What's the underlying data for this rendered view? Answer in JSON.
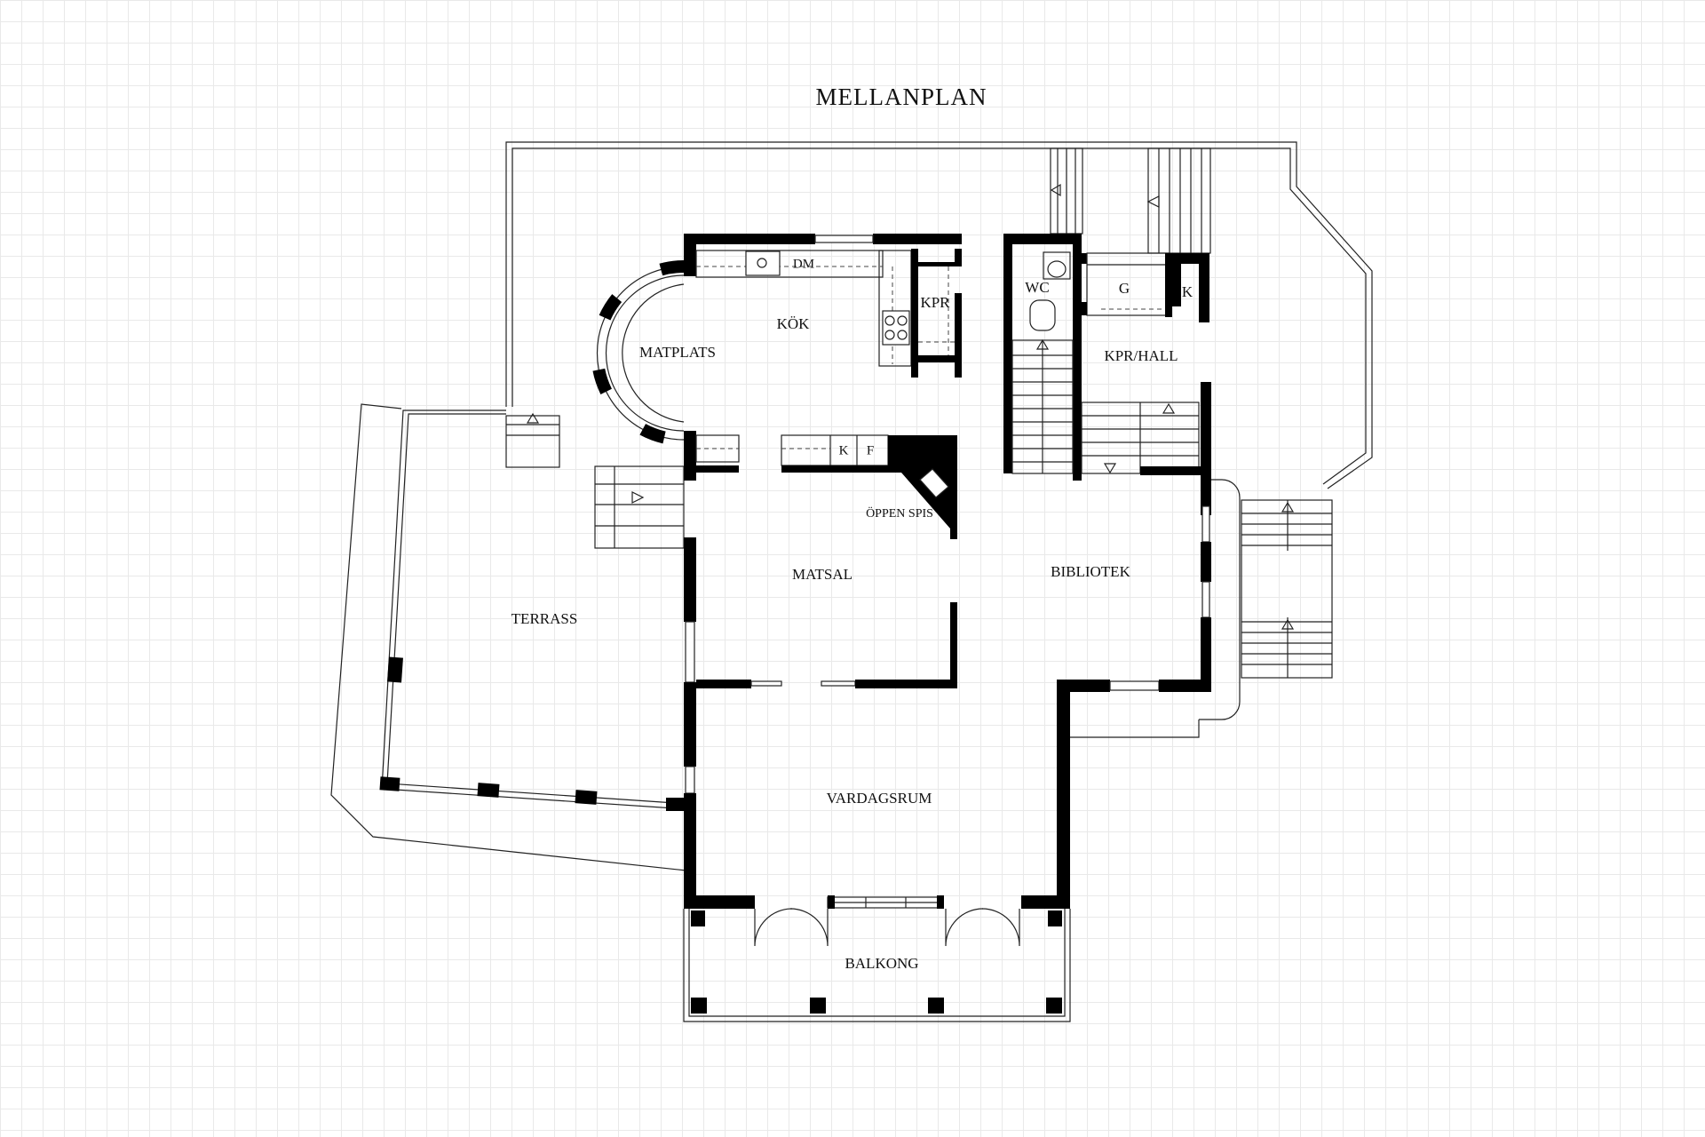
{
  "title": "MELLANPLAN",
  "rooms": {
    "kok": "KÖK",
    "matplats": "MATPLATS",
    "dm": "DM",
    "kpr_kitchen": "KPR",
    "wc": "WC",
    "g": "G",
    "k_hall": "K",
    "kpr_hall": "KPR/HALL",
    "k_counter": "K",
    "f_counter": "F",
    "oppen_spis": "ÖPPEN SPIS",
    "matsal": "MATSAL",
    "bibliotek": "BIBLIOTEK",
    "terrass": "TERRASS",
    "vardagsrum": "VARDAGSRUM",
    "balkong": "BALKONG"
  },
  "colors": {
    "wall": "#000000",
    "line": "#222222",
    "grid": "#e9e9e9",
    "background": "#ffffff"
  }
}
